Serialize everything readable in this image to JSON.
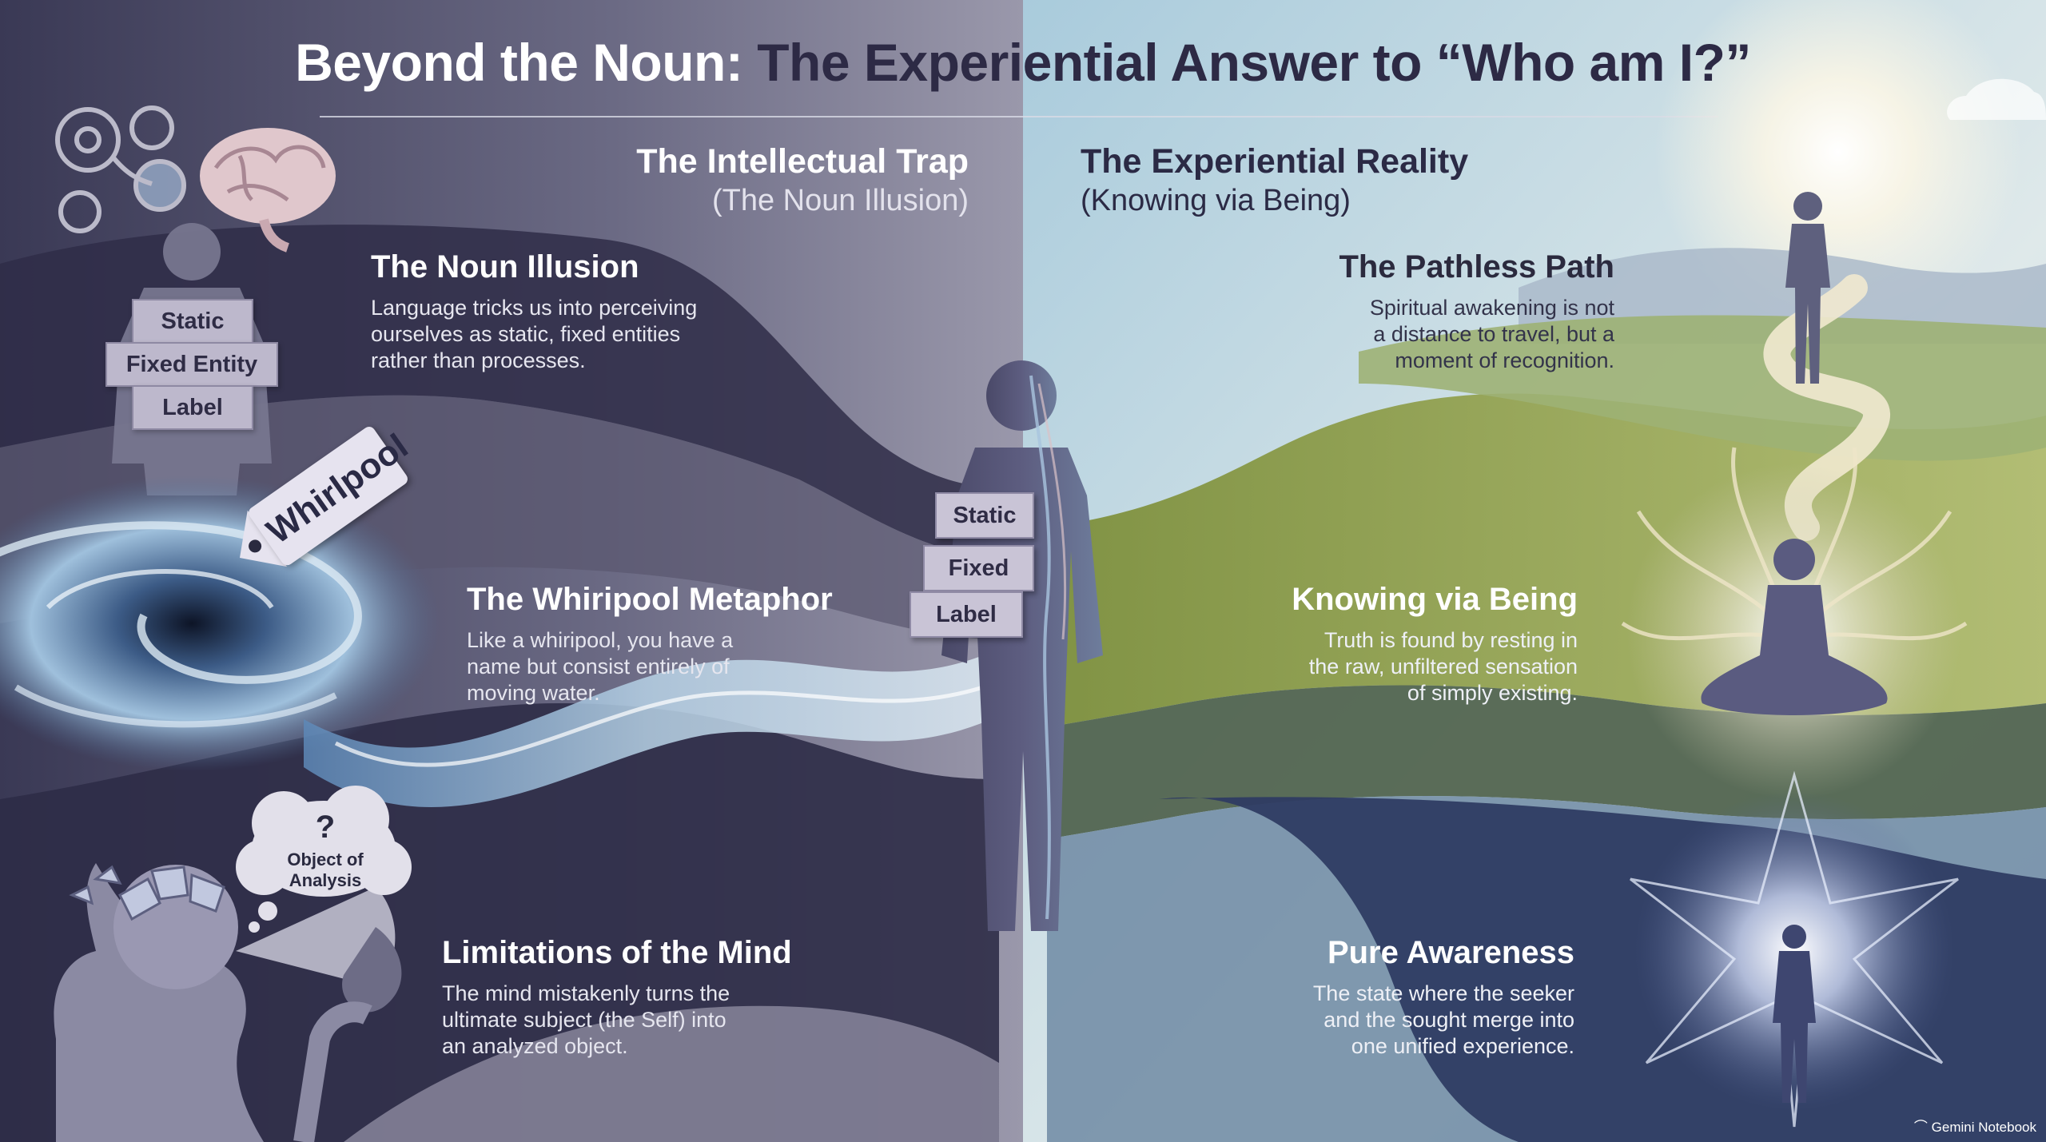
{
  "title": {
    "part1": "Beyond the Noun:",
    "part2": "The Experiential Answer to “Who am I?”"
  },
  "left_column": {
    "heading": "The Intellectual Trap",
    "subheading": "(The Noun Illusion)"
  },
  "right_column": {
    "heading": "The Experiential Reality",
    "subheading": "(Knowing via Being)"
  },
  "left_sections": [
    {
      "heading": "The Noun Illusion",
      "lines": [
        "Language tricks us into perceiving",
        "ourselves as static, fixed entities",
        "rather than processes."
      ]
    },
    {
      "heading": "The Whiripool Metaphor",
      "lines": [
        "Like a whiripool, you have a",
        "name but consist entirely of",
        "moving water."
      ]
    },
    {
      "heading": "Limitations of the Mind",
      "lines": [
        "The mind mistakenly turns the",
        "ultimate subject (the Self) into",
        "an analyzed object."
      ]
    }
  ],
  "right_sections": [
    {
      "heading": "The Pathless Path",
      "lines": [
        "Spiritual awakening is not",
        "a distance to travel, but a",
        "moment of recognition."
      ]
    },
    {
      "heading": "Knowing via Being",
      "lines": [
        "Truth is found by resting in",
        "the raw, unfiltered sensation",
        "of simply existing."
      ]
    },
    {
      "heading": "Pure Awareness",
      "lines": [
        "The state where the seeker",
        "and the sought merge into",
        "one unified experience."
      ]
    }
  ],
  "figure_labels": [
    "Static",
    "Fixed Entity",
    "Label"
  ],
  "center_labels": [
    "Static",
    "Fixed",
    "Label"
  ],
  "whirlpool_tag": "Whirlpool",
  "thought_cloud": {
    "mark": "?",
    "line1": "Object of",
    "line2": "Analysis"
  },
  "brand": "Gemini Notebook",
  "icons": [
    "gears-icon",
    "brain-icon",
    "person-silhouette-icon",
    "whirlpool-icon",
    "thinking-head-icon",
    "human-figure-icon",
    "walking-figure-icon",
    "meditating-figure-icon",
    "radiant-figure-icon",
    "sun-icon",
    "lotus-icon"
  ],
  "colors": {
    "left_dark": "#2f2d48",
    "left_mid": "#6e6d86",
    "right_sky": "#b9d6e2",
    "right_green": "#8e9e46",
    "title_dark": "#2d2a45",
    "water": "#6f9cc4"
  }
}
